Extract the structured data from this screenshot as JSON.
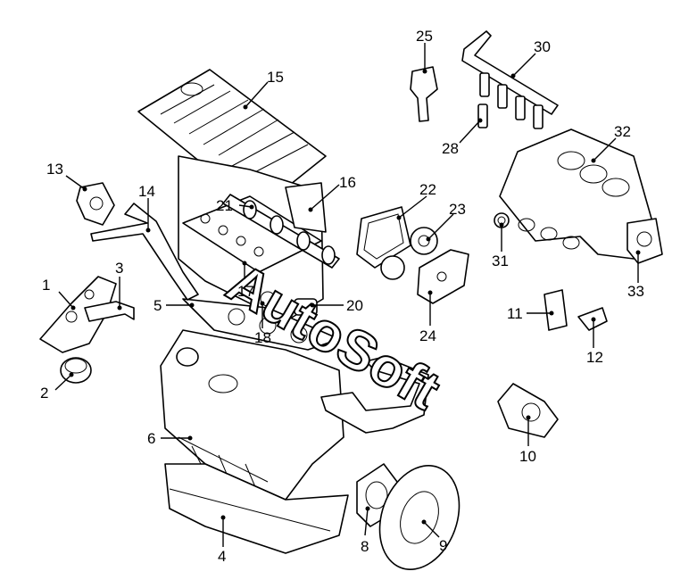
{
  "callouts": [
    {
      "id": "1",
      "label": "1"
    },
    {
      "id": "2",
      "label": "2"
    },
    {
      "id": "3",
      "label": "3"
    },
    {
      "id": "4",
      "label": "4"
    },
    {
      "id": "5",
      "label": "5"
    },
    {
      "id": "6",
      "label": "6"
    },
    {
      "id": "8",
      "label": "8"
    },
    {
      "id": "9",
      "label": "9"
    },
    {
      "id": "10",
      "label": "10"
    },
    {
      "id": "11",
      "label": "11"
    },
    {
      "id": "12",
      "label": "12"
    },
    {
      "id": "13",
      "label": "13"
    },
    {
      "id": "14",
      "label": "14"
    },
    {
      "id": "15",
      "label": "15"
    },
    {
      "id": "16",
      "label": "16"
    },
    {
      "id": "17",
      "label": "17"
    },
    {
      "id": "18",
      "label": "18"
    },
    {
      "id": "20",
      "label": "20"
    },
    {
      "id": "21",
      "label": "21"
    },
    {
      "id": "22",
      "label": "22"
    },
    {
      "id": "23",
      "label": "23"
    },
    {
      "id": "24",
      "label": "24"
    },
    {
      "id": "25",
      "label": "25"
    },
    {
      "id": "28",
      "label": "28"
    },
    {
      "id": "30",
      "label": "30"
    },
    {
      "id": "31",
      "label": "31"
    },
    {
      "id": "32",
      "label": "32"
    },
    {
      "id": "33",
      "label": "33"
    }
  ],
  "watermark": {
    "text": "AutoSoft"
  }
}
